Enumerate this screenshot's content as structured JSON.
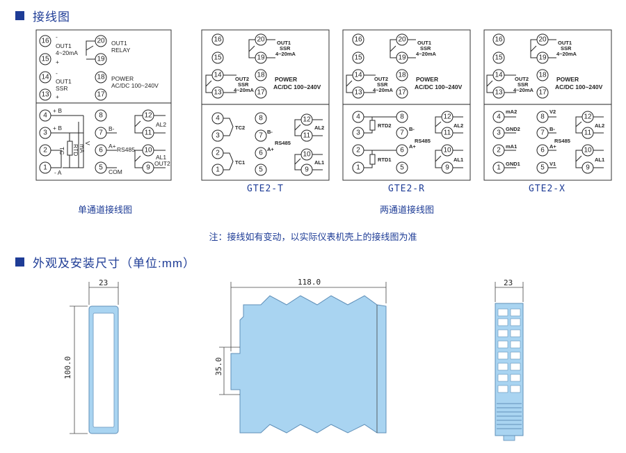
{
  "sections": {
    "wiring_title": "接线图",
    "dimension_title": "外观及安装尺寸（单位:mm）"
  },
  "captions": {
    "single_channel": "单通道接线图",
    "dual_channel": "两通道接线图",
    "note": "注：接线如有变动，以实际仪表机壳上的接线图为准"
  },
  "models": [
    "GTE2-T",
    "GTE2-R",
    "GTE2-X"
  ],
  "panel1": {
    "out1_current": "OUT1",
    "out1_current_range": "4~20mA",
    "out1_relay": "OUT1",
    "out1_relay_type": "RELAY",
    "out1_ssr": "OUT1",
    "out1_ssr_type": "SSR",
    "power": "POWER",
    "power_range": "AC/DC 100~240V",
    "terminals_top": [
      "16",
      "15",
      "14",
      "13",
      "20",
      "19",
      "18",
      "17"
    ],
    "terminals_bottom": [
      "4",
      "3",
      "2",
      "1",
      "8",
      "7",
      "6",
      "5",
      "12",
      "11",
      "10",
      "9"
    ],
    "input_labels": [
      "+ B",
      "+ B",
      "TC",
      "RTD",
      "mA",
      "V",
      "- A"
    ],
    "rs485": "RS485",
    "b_minus": "B-",
    "a_plus": "A+",
    "com": "COM",
    "al2": "AL2",
    "al1": "AL1",
    "out2": "OUT2"
  },
  "panel_common": {
    "out1": "OUT1",
    "ssr": "SSR",
    "range": "4~20mA",
    "out2": "OUT2",
    "power": "POWER",
    "power_range": "AC/DC 100~240V",
    "rs485": "RS485",
    "b_minus": "B-",
    "a_plus": "A+",
    "al1": "AL1",
    "al2": "AL2"
  },
  "panel_t": {
    "tc2": "TC2",
    "tc1": "TC1"
  },
  "panel_r": {
    "rtd2": "RTD2",
    "rtd1": "RTD1"
  },
  "panel_x": {
    "ma2": "mA2",
    "gnd2": "GND2",
    "ma1": "mA1",
    "gnd1": "GND1",
    "v2": "V2",
    "v1": "V1"
  },
  "dimensions": {
    "width_left": "23",
    "height_left": "100.0",
    "length": "118.0",
    "rail": "35.0",
    "width_right": "23"
  }
}
